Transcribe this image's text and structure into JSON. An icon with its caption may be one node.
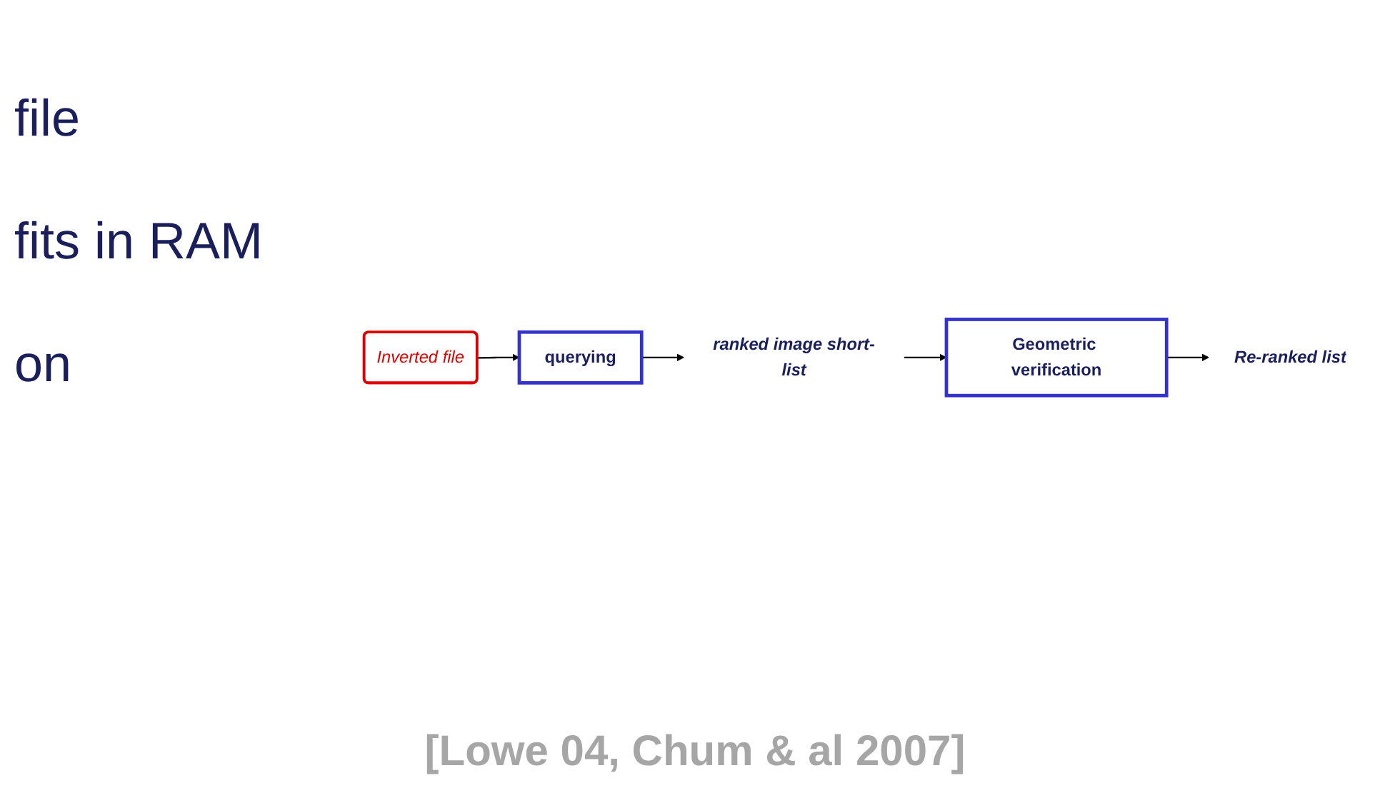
{
  "diagram": {
    "nodes": [
      {
        "text": [
          "Inverted file"
        ]
      },
      {
        "text": [
          "querying"
        ]
      },
      {
        "text": [
          "ranked image short-list"
        ]
      },
      {
        "text": [
          "Geometric verification"
        ]
      },
      {
        "text": [
          "Re-ranked list"
        ]
      }
    ],
    "edges": [
      {
        "from": 0,
        "to": 1,
        "arrow": "to"
      },
      {
        "from": 1,
        "to": 2,
        "arrow": "to"
      },
      {
        "from": 2,
        "to": 3,
        "arrow": "to"
      },
      {
        "from": 3,
        "to": 4,
        "arrow": "to"
      }
    ],
    "labels": [
      "file",
      "fits in RAM",
      "on",
      "[Lowe 04, Chum & al 2007]"
    ]
  }
}
